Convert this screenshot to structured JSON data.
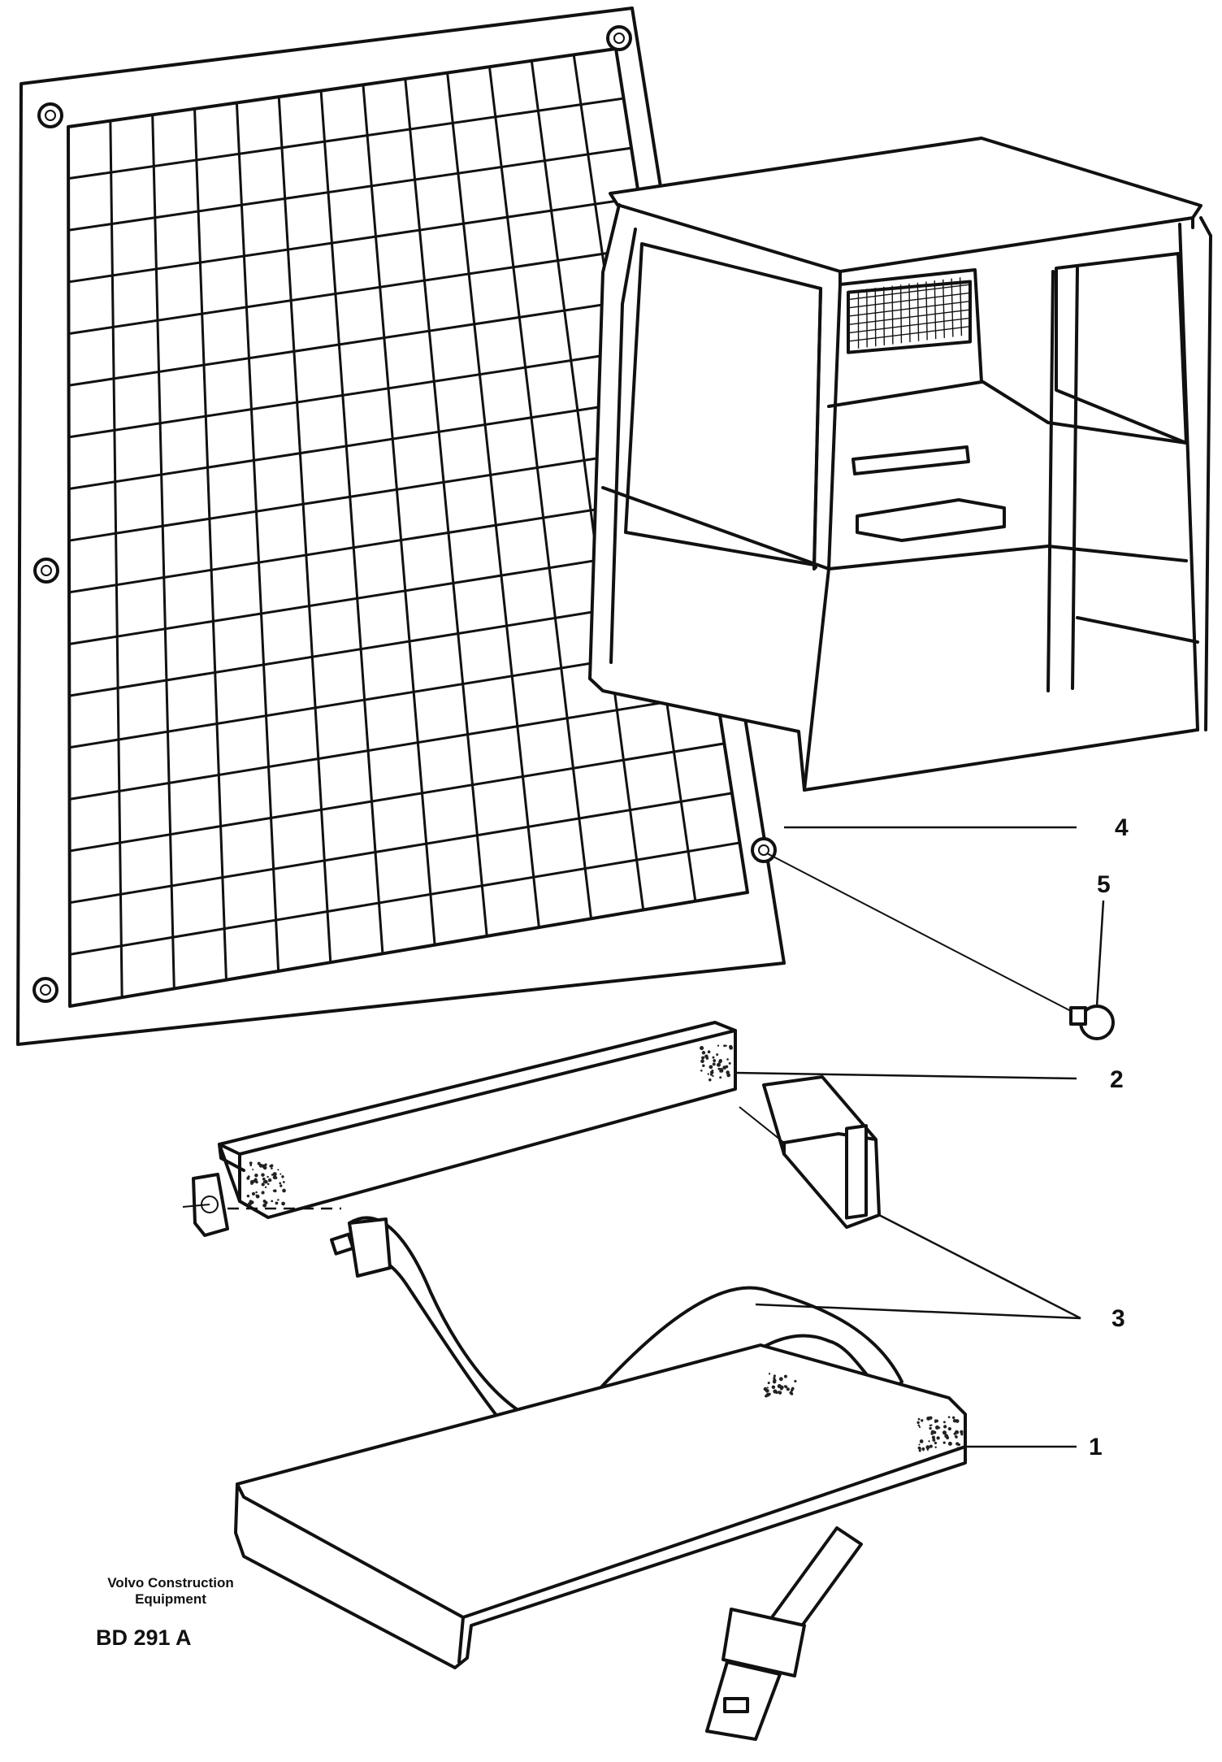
{
  "callouts": [
    {
      "num": "1",
      "part": "seat-pad"
    },
    {
      "num": "2",
      "part": "back-rest"
    },
    {
      "num": "3",
      "part": "seat-belt"
    },
    {
      "num": "4",
      "part": "protective-grille"
    },
    {
      "num": "5",
      "part": "cap-screw"
    }
  ],
  "footer": {
    "brand_line1": "Volvo Construction",
    "brand_line2": "Equipment",
    "drawing_code": "BD 291 A"
  }
}
